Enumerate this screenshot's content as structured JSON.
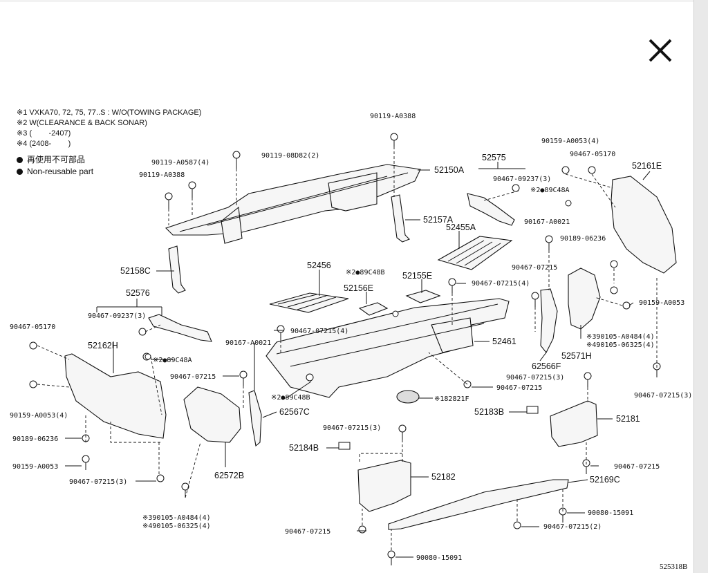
{
  "close_label": "✕",
  "notes": [
    "※1 VXKA70, 72, 75, 77..S : W/O(TOWING PACKAGE)",
    "※2 W(CLEARANCE & BACK SONAR)",
    "※3 (        -2407)",
    "※4 (2408-        )"
  ],
  "legend": {
    "reuse_jp": "再使用不可部品",
    "reuse_en": "Non-reusable part"
  },
  "labels": {
    "p90119A0388_top": "90119-A0388",
    "p90119A0587": "90119-A0587(4)",
    "p9011908D82": "90119-08D82(2)",
    "p90119A0388_left": "90119-A0388",
    "p52150A": "52150A",
    "p52157A": "52157A",
    "p52158C": "52158C",
    "p52575": "52575",
    "p9046709237_top": "90467-09237(3)",
    "p89C48A_top": "※2●89C48A",
    "p90159A0053_top": "90159-A0053(4)",
    "p9046705170_top": "90467-05170",
    "p52161E": "52161E",
    "p52455A": "52455A",
    "p90167A0021_top": "90167-A0021",
    "p9018906236_top": "90189-06236",
    "p52456": "52456",
    "p89C48B_top": "※2●89C48B",
    "p52156E": "52156E",
    "p52155E": "52155E",
    "p9046707215_4a": "90467-07215(4)",
    "p9046707215_r": "90467-07215",
    "p90159A0053_r": "90159-A0053",
    "p52576": "52576",
    "p9046709237_left": "90467-09237(3)",
    "p9046705170_left": "90467-05170",
    "p52162H": "52162H",
    "p9046707215_4b": "90467-07215(4)",
    "p52461": "52461",
    "p390105A0484_r": "※390105-A0484(4)",
    "p490105_06325_r": "※490105-06325(4)",
    "p52571H": "52571H",
    "p62566F": "62566F",
    "p90167A0021_mid": "90167-A0021",
    "p89C48A_mid": "※2●89C48A",
    "p9046707215_mid": "90467-07215",
    "p9046707215_3a": "90467-07215(3)",
    "p9046707215_c": "90467-07215",
    "p9046707215_3r": "90467-07215(3)",
    "p90159A0053_left": "90159-A0053(4)",
    "p89C48B_mid": "※2●89C48B",
    "p182821F": "※182821F",
    "p62567C": "62567C",
    "p52183B": "52183B",
    "p52181": "52181",
    "p9018906236_left": "90189-06236",
    "p9046707215_3b": "90467-07215(3)",
    "p52184B": "52184B",
    "p90159A0053_left2": "90159-A0053",
    "p9046707215_rr": "90467-07215",
    "p62572B": "62572B",
    "p52182": "52182",
    "p9046707215_3c": "90467-07215(3)",
    "p52169C": "52169C",
    "p390105A0484_l": "※390105-A0484(4)",
    "p490105_06325_l": "※490105-06325(4)",
    "p9008015091_r": "90080-15091",
    "p9046707215_bl": "90467-07215",
    "p9046707215_2": "90467-07215(2)",
    "p9008015091_b": "90080-15091"
  },
  "footer_code": "525318B"
}
